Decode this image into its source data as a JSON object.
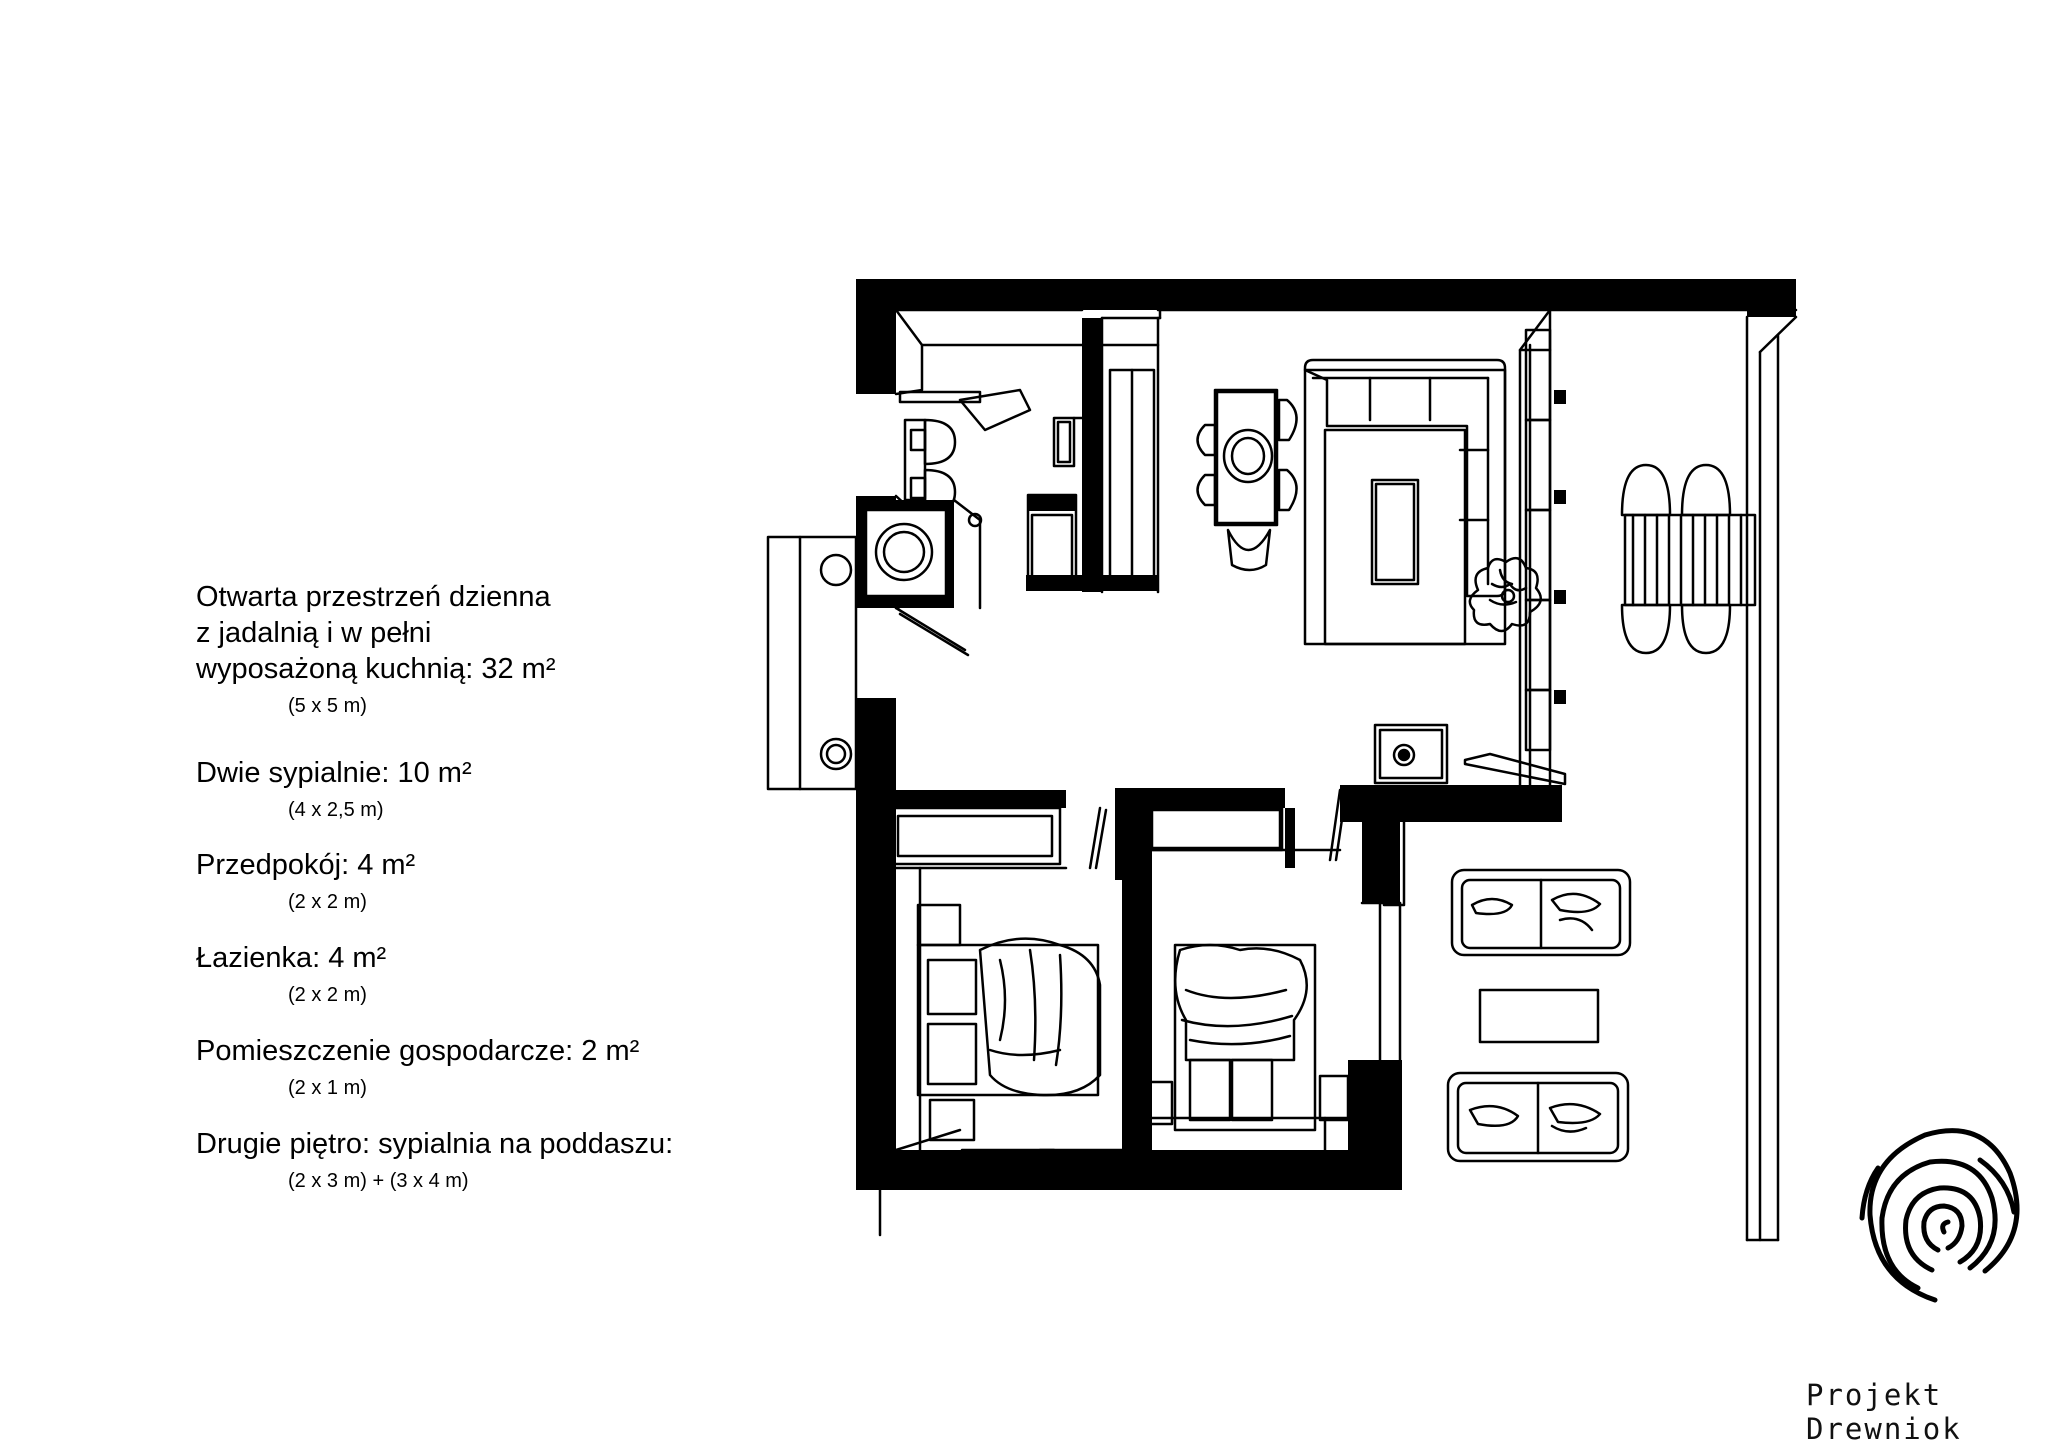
{
  "legend": {
    "items": [
      {
        "label_lines": [
          "Otwarta przestrzeń dzienna",
          "z jadalnią i w pełni",
          "wyposażoną kuchnią: 32 m²"
        ],
        "dims": "(5 x 5 m)"
      },
      {
        "label_lines": [
          "Dwie sypialnie: 10 m²"
        ],
        "dims": "(4 x 2,5 m)"
      },
      {
        "label_lines": [
          "Przedpokój: 4 m²"
        ],
        "dims": "(2 x 2 m)"
      },
      {
        "label_lines": [
          "Łazienka: 4 m²"
        ],
        "dims": "(2 x 2 m)"
      },
      {
        "label_lines": [
          "Pomieszczenie gospodarcze: 2 m²"
        ],
        "dims": "(2 x 1 m)"
      },
      {
        "label_lines": [
          "Drugie piętro: sypialnia na poddaszu:"
        ],
        "dims": "(2 x 3 m) + (3 x 4 m)"
      }
    ]
  },
  "brand": {
    "name": "Projekt Drewniok",
    "logo_icon": "fingerprint-tree-rings-icon"
  },
  "plan": {
    "wall_color": "#000000",
    "line_color": "#000000",
    "background": "#ffffff"
  }
}
